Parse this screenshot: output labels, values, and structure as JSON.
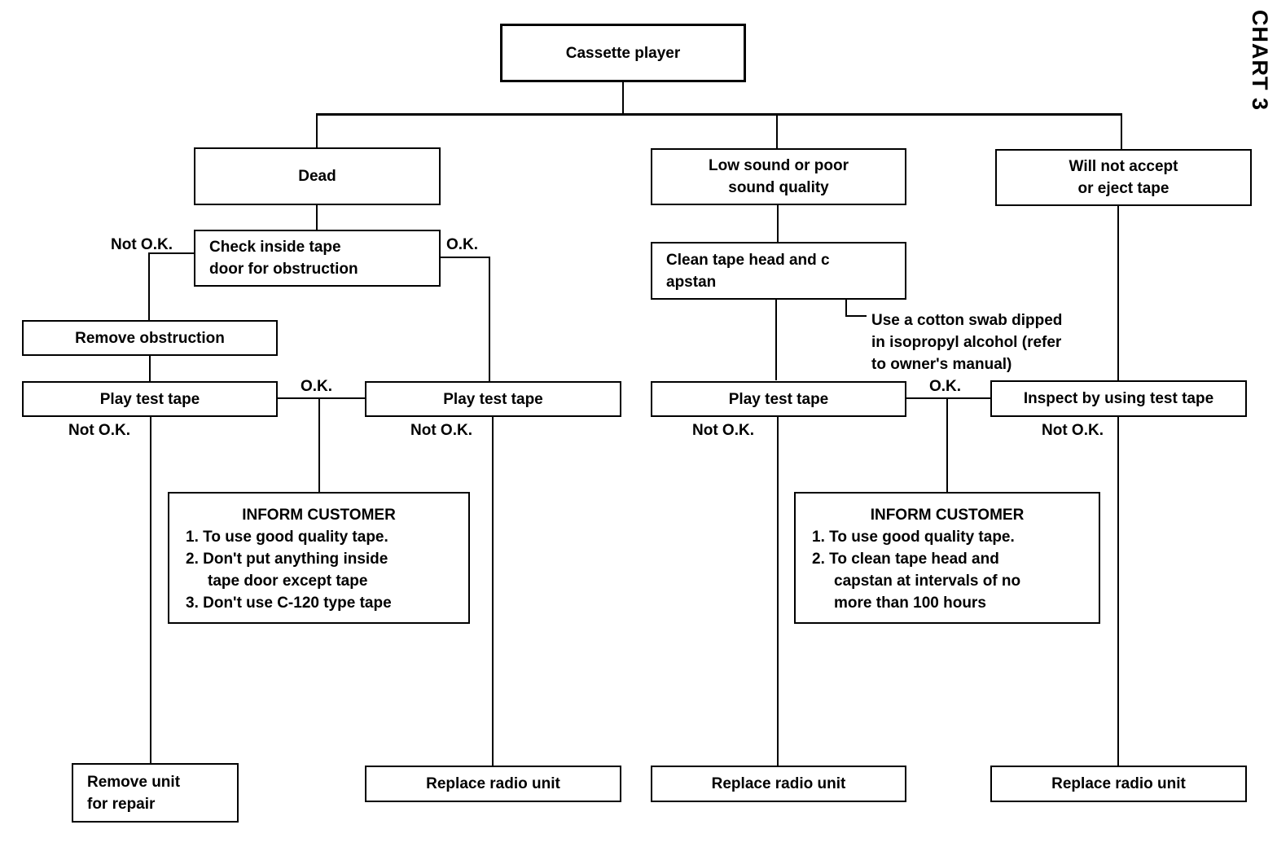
{
  "page_title": "CHART 3",
  "nodes": {
    "cassette_player": "Cassette player",
    "dead": "Dead",
    "check_tape_door": "Check inside tape\ndoor for obstruction",
    "remove_obstruction": "Remove obstruction",
    "play_test_tape": "Play test tape",
    "low_sound": "Low sound or poor\nsound quality",
    "clean_tape_head": "Clean tape head and c\napstan",
    "will_not_accept": "Will not accept\nor eject tape",
    "inspect_test_tape": "Inspect by using test tape",
    "remove_unit": "Remove unit\nfor repair",
    "replace_radio_unit": "Replace radio unit",
    "inform_customer_left": {
      "title": "INFORM CUSTOMER",
      "items": [
        "1. To use good quality tape.",
        "2. Don't put anything inside\ntape door except tape",
        "3. Don't use C-120 type tape"
      ]
    },
    "inform_customer_right": {
      "title": "INFORM CUSTOMER",
      "items": [
        "1. To use good quality tape.",
        "2. To clean tape head and\ncapstan at intervals of no\nmore than 100 hours"
      ]
    }
  },
  "connector_labels": {
    "ok": "O.K.",
    "not_ok": "Not O.K."
  },
  "note_cotton_swab": "Use a cotton swab dipped\nin isopropyl alcohol (refer\nto owner's manual)"
}
